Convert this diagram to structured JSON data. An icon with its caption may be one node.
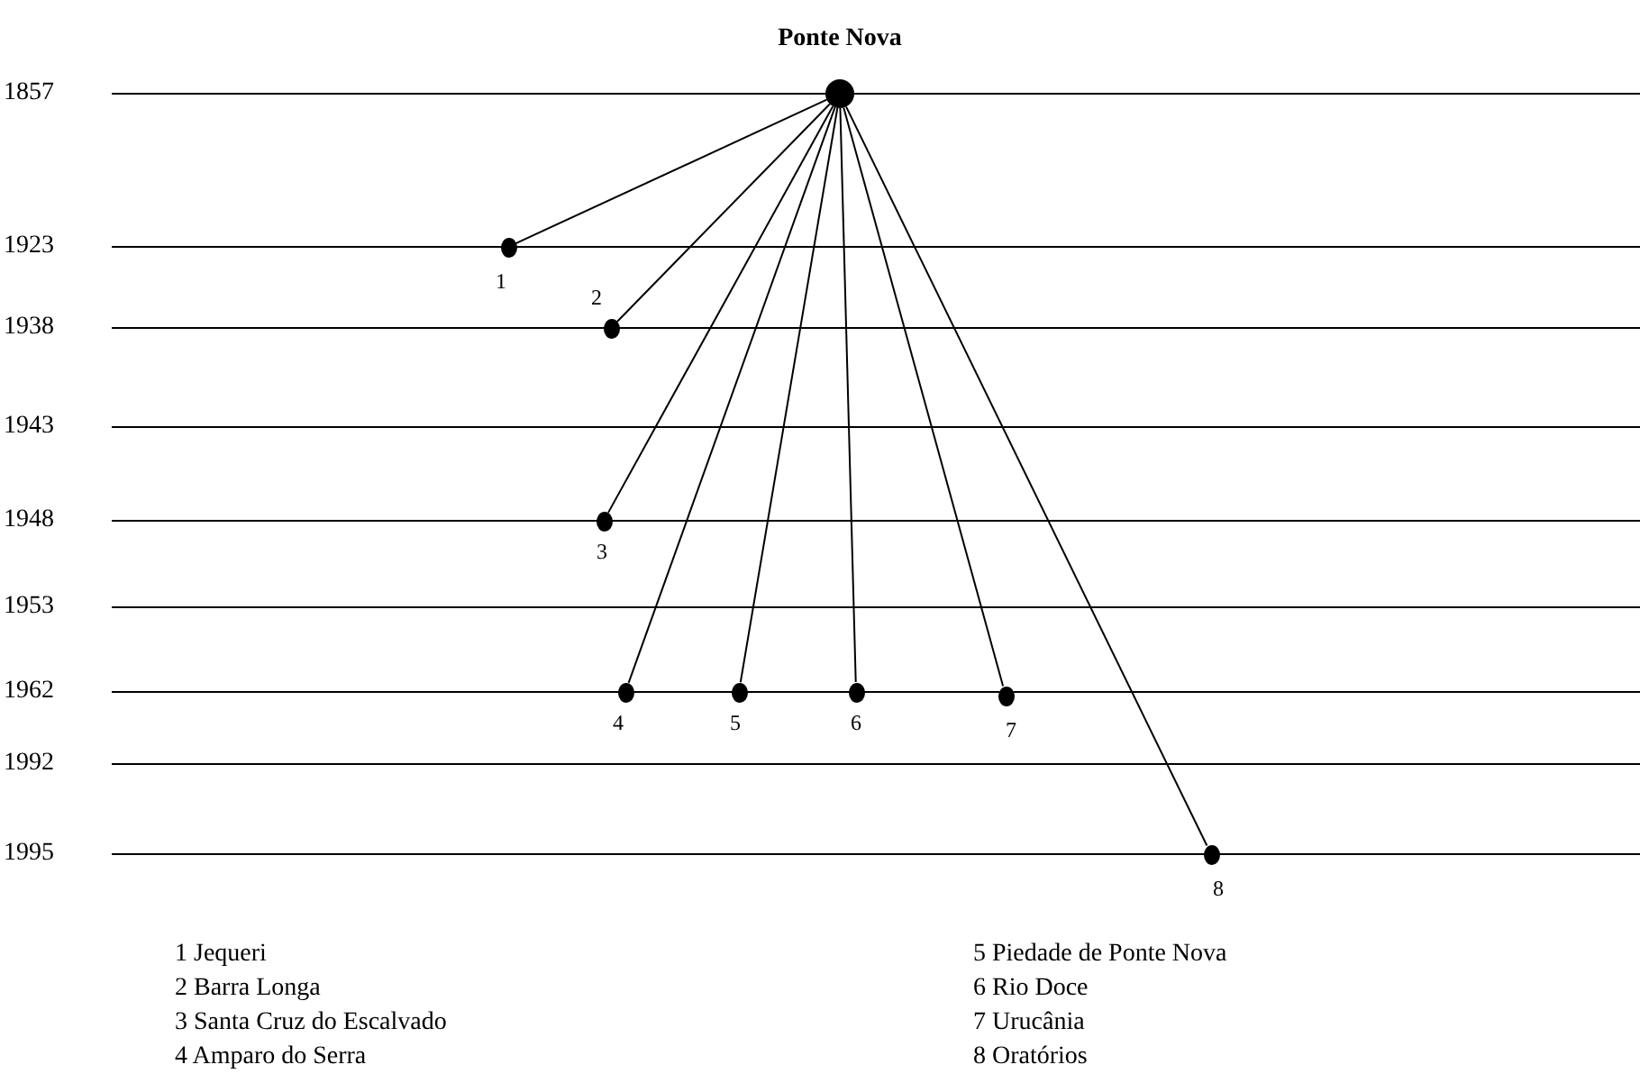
{
  "diagram": {
    "nodes": [
      {
        "text": [
          "Ponte Nova"
        ]
      },
      {
        "text": [
          "1"
        ]
      },
      {
        "text": [
          "2"
        ]
      },
      {
        "text": [
          "3"
        ]
      },
      {
        "text": [
          "4"
        ]
      },
      {
        "text": [
          "5"
        ]
      },
      {
        "text": [
          "6"
        ]
      },
      {
        "text": [
          "7"
        ]
      },
      {
        "text": [
          "8"
        ]
      }
    ],
    "edges": [
      {
        "from": 0,
        "to": 1,
        "arrow": "none"
      },
      {
        "from": 0,
        "to": 2,
        "arrow": "none"
      },
      {
        "from": 0,
        "to": 3,
        "arrow": "none"
      },
      {
        "from": 0,
        "to": 4,
        "arrow": "none"
      },
      {
        "from": 0,
        "to": 5,
        "arrow": "none"
      },
      {
        "from": 0,
        "to": 6,
        "arrow": "none"
      },
      {
        "from": 0,
        "to": 7,
        "arrow": "none"
      },
      {
        "from": 0,
        "to": 8,
        "arrow": "none"
      }
    ],
    "labels": [
      "1857",
      "1923",
      "1938",
      "1943",
      "1948",
      "1953",
      "1962",
      "1992",
      "1995",
      "1 Jequeri",
      "2 Barra Longa",
      "3 Santa Cruz do Escalvado",
      "4 Amparo do Serra",
      "5 Piedade de Ponte Nova",
      "6 Rio Doce",
      "7 Urucânia",
      "8 Oratórios"
    ]
  }
}
